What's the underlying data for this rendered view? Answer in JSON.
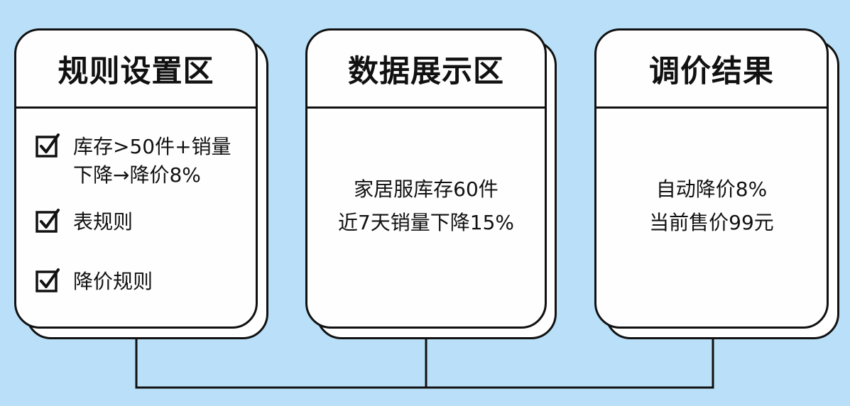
{
  "colors": {
    "background": "#b9e0f8",
    "card_fill": "#fefefe",
    "stroke": "#111111"
  },
  "panels": [
    {
      "title": "规则设置区",
      "rules": [
        {
          "icon": "checked-checkbox-icon",
          "checked": true,
          "lines": [
            "库存>50件+销量",
            "下降→降价8%"
          ]
        },
        {
          "icon": "checked-checkbox-icon",
          "checked": true,
          "lines": [
            "表规则"
          ]
        },
        {
          "icon": "checked-checkbox-icon",
          "checked": true,
          "lines": [
            "降价规则"
          ]
        }
      ]
    },
    {
      "title": "数据展示区",
      "lines": [
        "家居服库存60件",
        "近7天销量下降15%"
      ]
    },
    {
      "title": "调价结果",
      "lines": [
        "自动降价8%",
        "当前售价99元"
      ]
    }
  ],
  "connectors": {
    "description": "bracket line linking the bottom of all three panels",
    "from": [
      "规则设置区",
      "数据展示区",
      "调价结果"
    ]
  }
}
